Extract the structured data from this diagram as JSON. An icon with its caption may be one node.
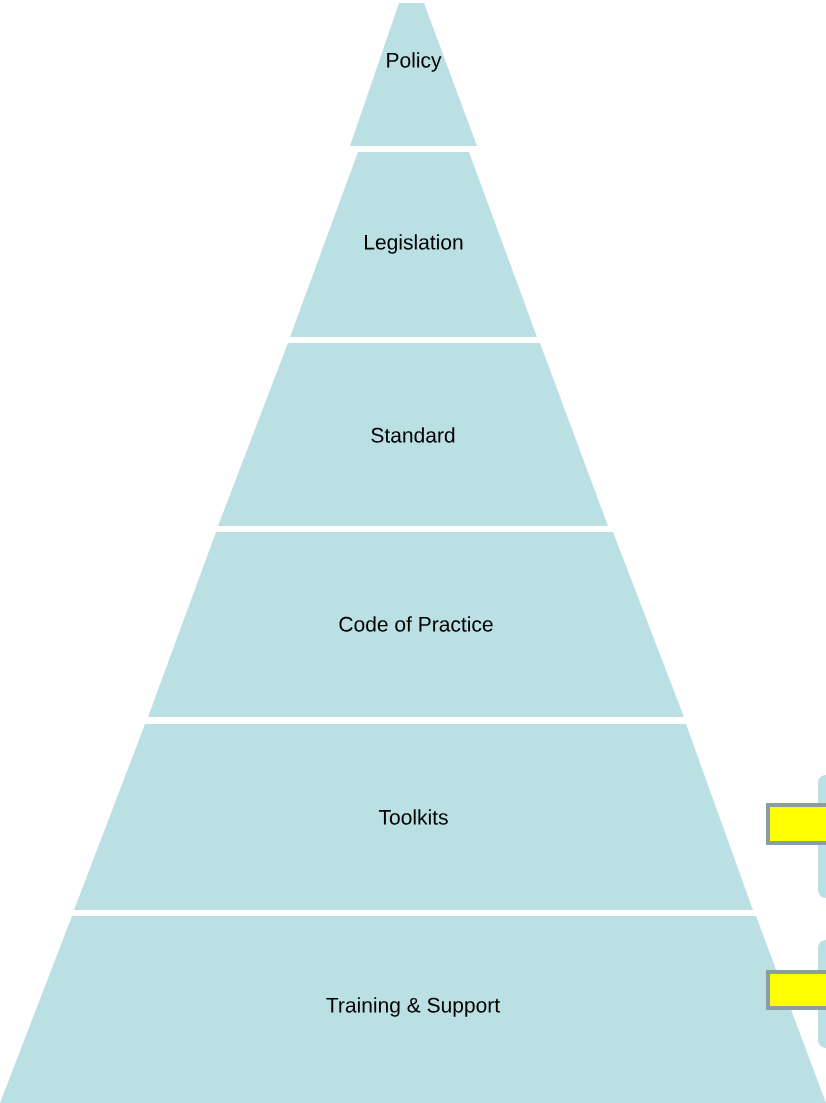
{
  "diagram": {
    "nodes": [
      {
        "text": [
          "Policy"
        ]
      },
      {
        "text": [
          "Legislation"
        ]
      },
      {
        "text": [
          "Standard"
        ]
      },
      {
        "text": [
          "Code of Practice"
        ]
      },
      {
        "text": [
          "Toolkits"
        ]
      },
      {
        "text": [
          "Training & Support"
        ]
      },
      {
        "text": [],
        "shape": "panel"
      },
      {
        "text": [],
        "shape": "bar"
      },
      {
        "text": [],
        "shape": "panel"
      },
      {
        "text": [],
        "shape": "bar"
      }
    ]
  }
}
